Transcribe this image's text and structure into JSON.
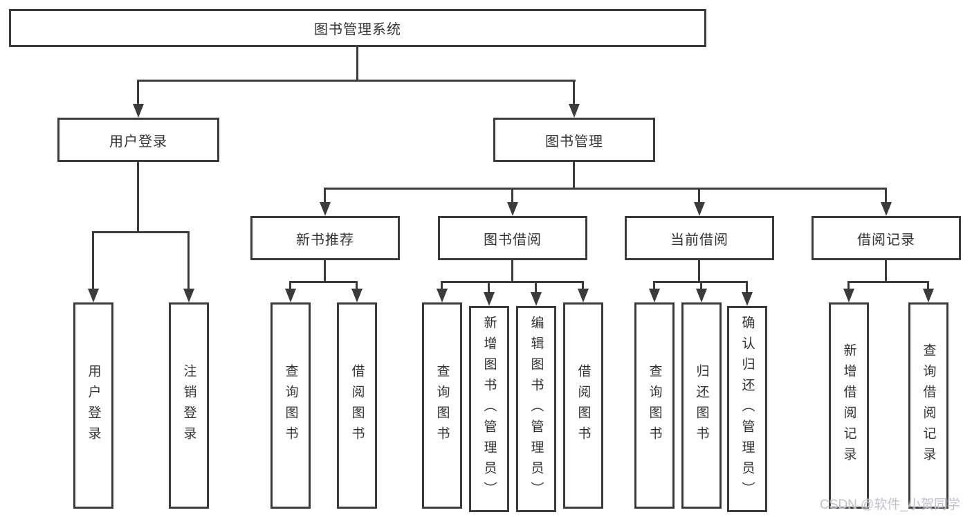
{
  "tree": {
    "label": "图书管理系统",
    "children": [
      {
        "label": "用户登录",
        "children": [
          {
            "label": "用户登录"
          },
          {
            "label": "注销登录"
          }
        ]
      },
      {
        "label": "图书管理",
        "children": [
          {
            "label": "新书推荐",
            "children": [
              {
                "label": "查询图书"
              },
              {
                "label": "借阅图书"
              }
            ]
          },
          {
            "label": "图书借阅",
            "children": [
              {
                "label": "查询图书"
              },
              {
                "label": "新增图书（管理员）"
              },
              {
                "label": "编辑图书（管理员）"
              },
              {
                "label": "借阅图书"
              }
            ]
          },
          {
            "label": "当前借阅",
            "children": [
              {
                "label": "查询图书"
              },
              {
                "label": "归还图书"
              },
              {
                "label": "确认归还（管理员）"
              }
            ]
          },
          {
            "label": "借阅记录",
            "children": [
              {
                "label": "新增借阅记录"
              },
              {
                "label": "查询借阅记录"
              }
            ]
          }
        ]
      }
    ]
  },
  "watermark": {
    "text": "CSDN @软件_小贺同学"
  },
  "colors": {
    "line": "#3b3b3b",
    "text": "#333333",
    "watermark": "#bdbfc7",
    "background": "#ffffff"
  }
}
